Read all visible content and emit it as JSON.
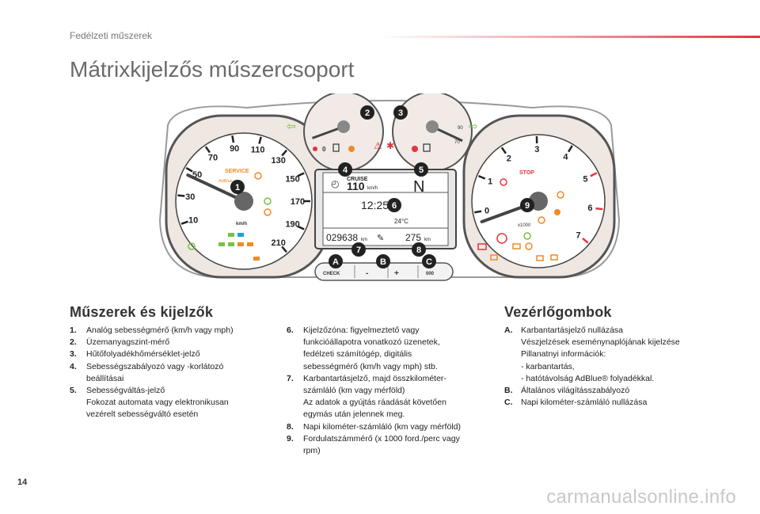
{
  "header": {
    "section": "Fedélzeti műszerek"
  },
  "title": "Mátrixkijelzős műszercsoport",
  "figure": {
    "callouts": [
      "1",
      "2",
      "3",
      "4",
      "5",
      "6",
      "7",
      "8",
      "9",
      "A",
      "B",
      "C"
    ],
    "speedo_ticks": [
      "10",
      "30",
      "50",
      "70",
      "90",
      "110",
      "130",
      "150",
      "170",
      "190",
      "210"
    ],
    "speedo_unit": "km/h",
    "service_label": "SERVICE",
    "adblue_label": "AdBlue",
    "tacho_ticks": [
      "0",
      "1",
      "2",
      "3",
      "4",
      "5",
      "6",
      "7"
    ],
    "tacho_unit": "x1000",
    "stop_label": "STOP",
    "display": {
      "cruise_label": "CRUISE",
      "cruise_speed": "110",
      "cruise_unit": "km/h",
      "gear": "N",
      "time": "12:25",
      "temperature": "24°C",
      "odometer": "029638",
      "odometer_unit": "km",
      "trip": "275",
      "trip_unit": "km"
    },
    "buttons": {
      "check": "CHECK",
      "minus": "-",
      "plus": "+",
      "trip": "000"
    },
    "fuel_labels": [
      "0"
    ],
    "temp_labels": [
      "90",
      "70"
    ]
  },
  "left_section": {
    "heading": "Műszerek és kijelzők",
    "items": [
      {
        "num": "1.",
        "lines": [
          "Analóg sebességmérő (km/h vagy mph)"
        ]
      },
      {
        "num": "2.",
        "lines": [
          "Üzemanyagszint-mérő"
        ]
      },
      {
        "num": "3.",
        "lines": [
          "Hűtőfolyadékhőmérséklet-jelző"
        ]
      },
      {
        "num": "4.",
        "lines": [
          "Sebességszabályozó vagy -korlátozó",
          "beállításai"
        ]
      },
      {
        "num": "5.",
        "lines": [
          "Sebességváltás-jelző",
          "Fokozat automata vagy elektronikusan",
          "vezérelt sebességváltó esetén"
        ]
      }
    ]
  },
  "middle_section": {
    "items": [
      {
        "num": "6.",
        "lines": [
          "Kijelzőzóna: figyelmeztető vagy",
          "funkcióállapotra vonatkozó üzenetek,",
          "fedélzeti számítógép, digitális",
          "sebességmérő (km/h vagy mph) stb."
        ]
      },
      {
        "num": "7.",
        "lines": [
          "Karbantartásjelző, majd összkilométer-",
          "számláló (km vagy mérföld)",
          "Az adatok a gyújtás ráadását követően",
          "egymás után jelennek meg."
        ]
      },
      {
        "num": "8.",
        "lines": [
          "Napi kilométer-számláló (km vagy mérföld)"
        ]
      },
      {
        "num": "9.",
        "lines": [
          "Fordulatszámmérő (x 1000 ford./perc vagy",
          "rpm)"
        ]
      }
    ]
  },
  "right_section": {
    "heading": "Vezérlőgombok",
    "items": [
      {
        "num": "A.",
        "lines": [
          "Karbantartásjelző nullázása",
          "Vészjelzések eseménynaplójának kijelzése",
          "Pillanatnyi információk:",
          "-   karbantartás,",
          "-   hatótávolság AdBlue® folyadékkal."
        ]
      },
      {
        "num": "B.",
        "lines": [
          "Általános világításszabályozó"
        ]
      },
      {
        "num": "C.",
        "lines": [
          "Napi kilométer-számláló nullázása"
        ]
      }
    ]
  },
  "footer": {
    "page_number": "14",
    "watermark": "carmanualsonline.info"
  }
}
